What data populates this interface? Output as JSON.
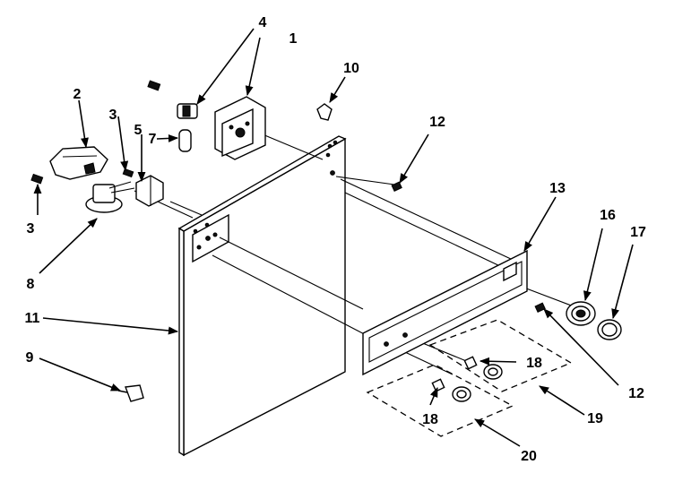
{
  "diagram": {
    "callouts": {
      "c1": "1",
      "c2": "2",
      "c3a": "3",
      "c3b": "3",
      "c4": "4",
      "c5": "5",
      "c7": "7",
      "c8": "8",
      "c9": "9",
      "c10": "10",
      "c11": "11",
      "c12a": "12",
      "c12b": "12",
      "c13": "13",
      "c16": "16",
      "c17": "17",
      "c18a": "18",
      "c18b": "18",
      "c19": "19",
      "c20": "20"
    }
  }
}
